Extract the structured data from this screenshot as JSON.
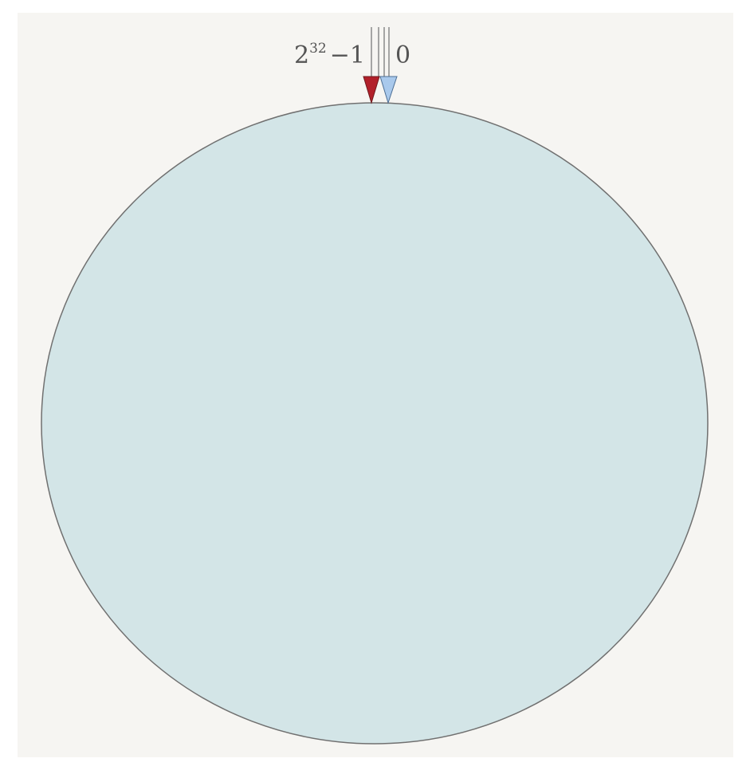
{
  "diagram": {
    "label_max": {
      "base": "2",
      "exponent": "32",
      "suffix": "−1"
    },
    "label_zero": "0",
    "colors": {
      "background": "#f6f5f2",
      "ring_fill": "#d3e5e7",
      "ring_stroke": "#707070",
      "marker_max": "#b2202a",
      "marker_zero": "#a9c9ec",
      "pointer_line": "#8a8a8a"
    }
  }
}
